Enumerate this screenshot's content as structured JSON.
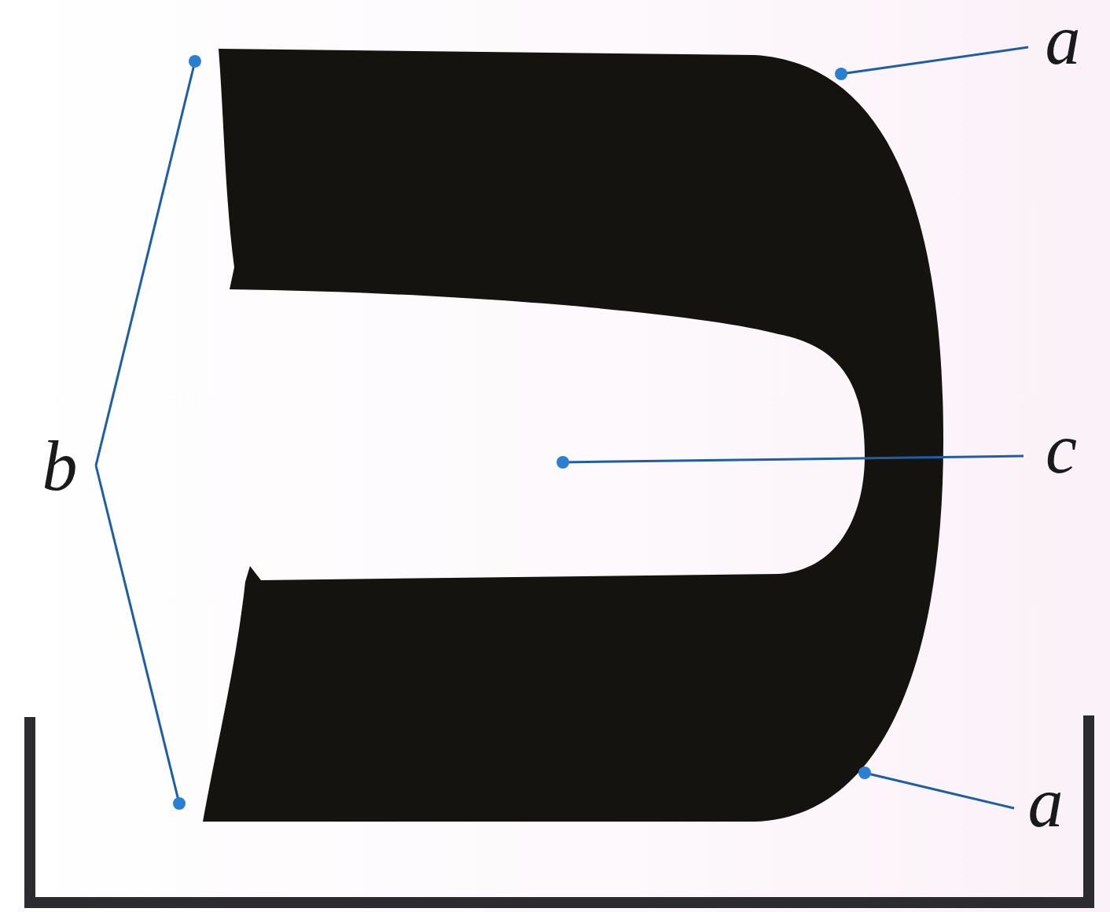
{
  "diagram": {
    "labels": [
      "a",
      "b",
      "c",
      "a"
    ]
  }
}
